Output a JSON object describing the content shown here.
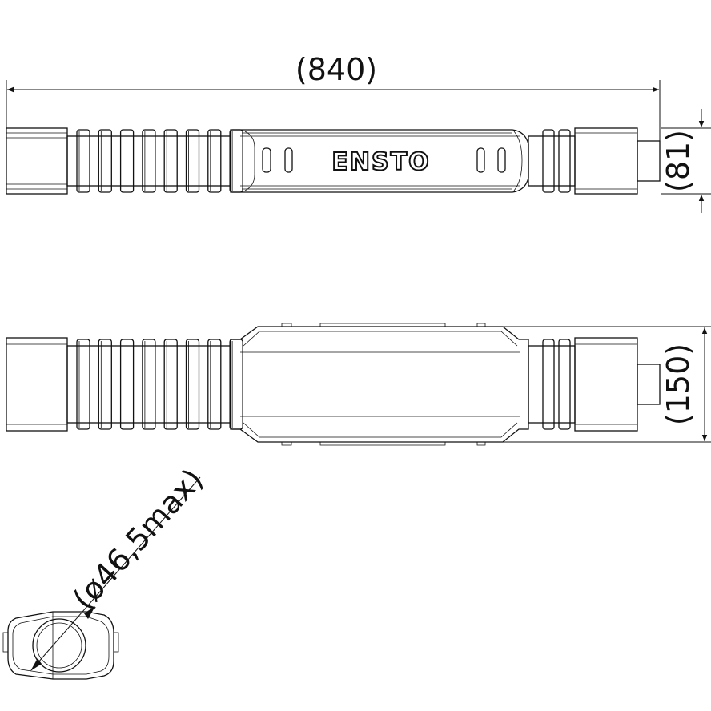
{
  "dimensions": {
    "length": "(840)",
    "width_top_view": "(81)",
    "height_side_view": "(150)",
    "diameter": "(ø46,5max)"
  },
  "logo": "ENSTO",
  "colors": {
    "line": "#111111",
    "background": "#ffffff"
  }
}
